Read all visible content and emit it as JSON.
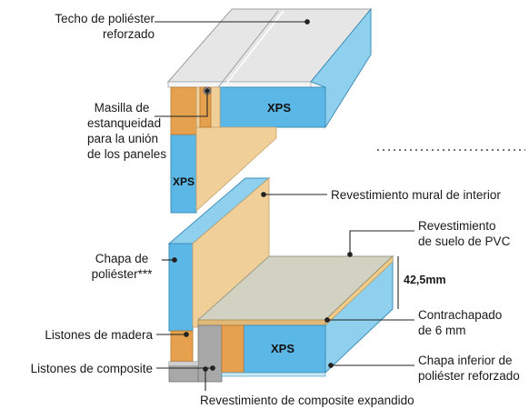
{
  "labels": {
    "roof_line1": "Techo de poliéster",
    "roof_line2": "reforzado",
    "sealant_line1": "Masilla de",
    "sealant_line2": "estanqueidad",
    "sealant_line3": "para la unión",
    "sealant_line4": "de los paneles",
    "interior_wall": "Revestimiento mural de interior",
    "pvc_line1": "Revestimiento",
    "pvc_line2": "de suelo de PVC",
    "polyester_line1": "Chapa de",
    "polyester_line2": "poliéster***",
    "thickness": "42,5mm",
    "plywood_line1": "Contrachapado",
    "plywood_line2": "de 6 mm",
    "wood_battens": "Listones de madera",
    "composite_battens": "Listones de composite",
    "bottom_line1": "Chapa inferior de",
    "bottom_line2": "poliéster reforzado",
    "expanded_composite": "Revestimiento de composite expandido",
    "xps_top": "XPS",
    "xps_wall": "XPS",
    "xps_floor": "XPS"
  },
  "colors": {
    "xps_blue": "#5ab7e6",
    "xps_side": "#8fd0ef",
    "roof_grey": "#e6e6e6",
    "wood_tan": "#f1cf99",
    "batten_orange": "#e5a14e",
    "floor_grey": "#d2d2c2",
    "composite_grey": "#a8a8a8",
    "pointer": "#222222"
  }
}
